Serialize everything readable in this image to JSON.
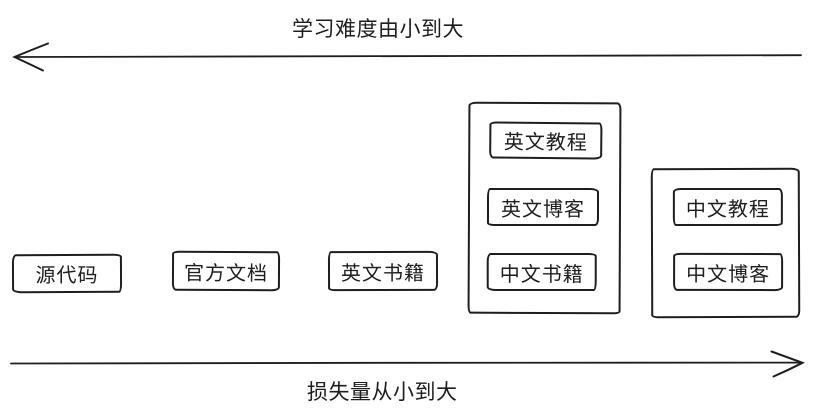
{
  "colors": {
    "stroke": "#1e1e1e",
    "background": "#ffffff"
  },
  "axes": {
    "top": {
      "label": "学习难度由小到大",
      "direction": "left"
    },
    "bottom": {
      "label": "损失量从小到大",
      "direction": "right"
    }
  },
  "nodes": {
    "source_code": {
      "label": "源代码"
    },
    "official_docs": {
      "label": "官方文档"
    },
    "english_books": {
      "label": "英文书籍"
    },
    "english_tutorials": {
      "label": "英文教程"
    },
    "english_blogs": {
      "label": "英文博客"
    },
    "chinese_books": {
      "label": "中文书籍"
    },
    "chinese_tutorials": {
      "label": "中文教程"
    },
    "chinese_blogs": {
      "label": "中文博客"
    }
  }
}
